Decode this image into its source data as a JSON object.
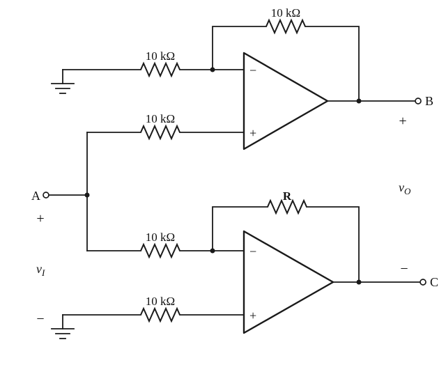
{
  "resistors": {
    "top_feedback": "10 kΩ",
    "top_inverting_input": "10 kΩ",
    "top_noninverting_input": "10 kΩ",
    "bottom_feedback": "R",
    "bottom_inverting_input": "10 kΩ",
    "bottom_noninverting_input": "10 kΩ"
  },
  "terminals": {
    "a": "A",
    "b": "B",
    "c": "C"
  },
  "polarity": {
    "input_plus": "+",
    "input_minus": "−",
    "output_b_plus": "+",
    "output_c_minus": "−"
  },
  "opamp": {
    "inverting": "−",
    "noninverting": "+"
  },
  "voltages": {
    "input_symbol": "v",
    "input_subscript": "I",
    "output_symbol": "v",
    "output_subscript": "O"
  },
  "colors": {
    "line": "#1a1a1a",
    "background": "#ffffff"
  }
}
